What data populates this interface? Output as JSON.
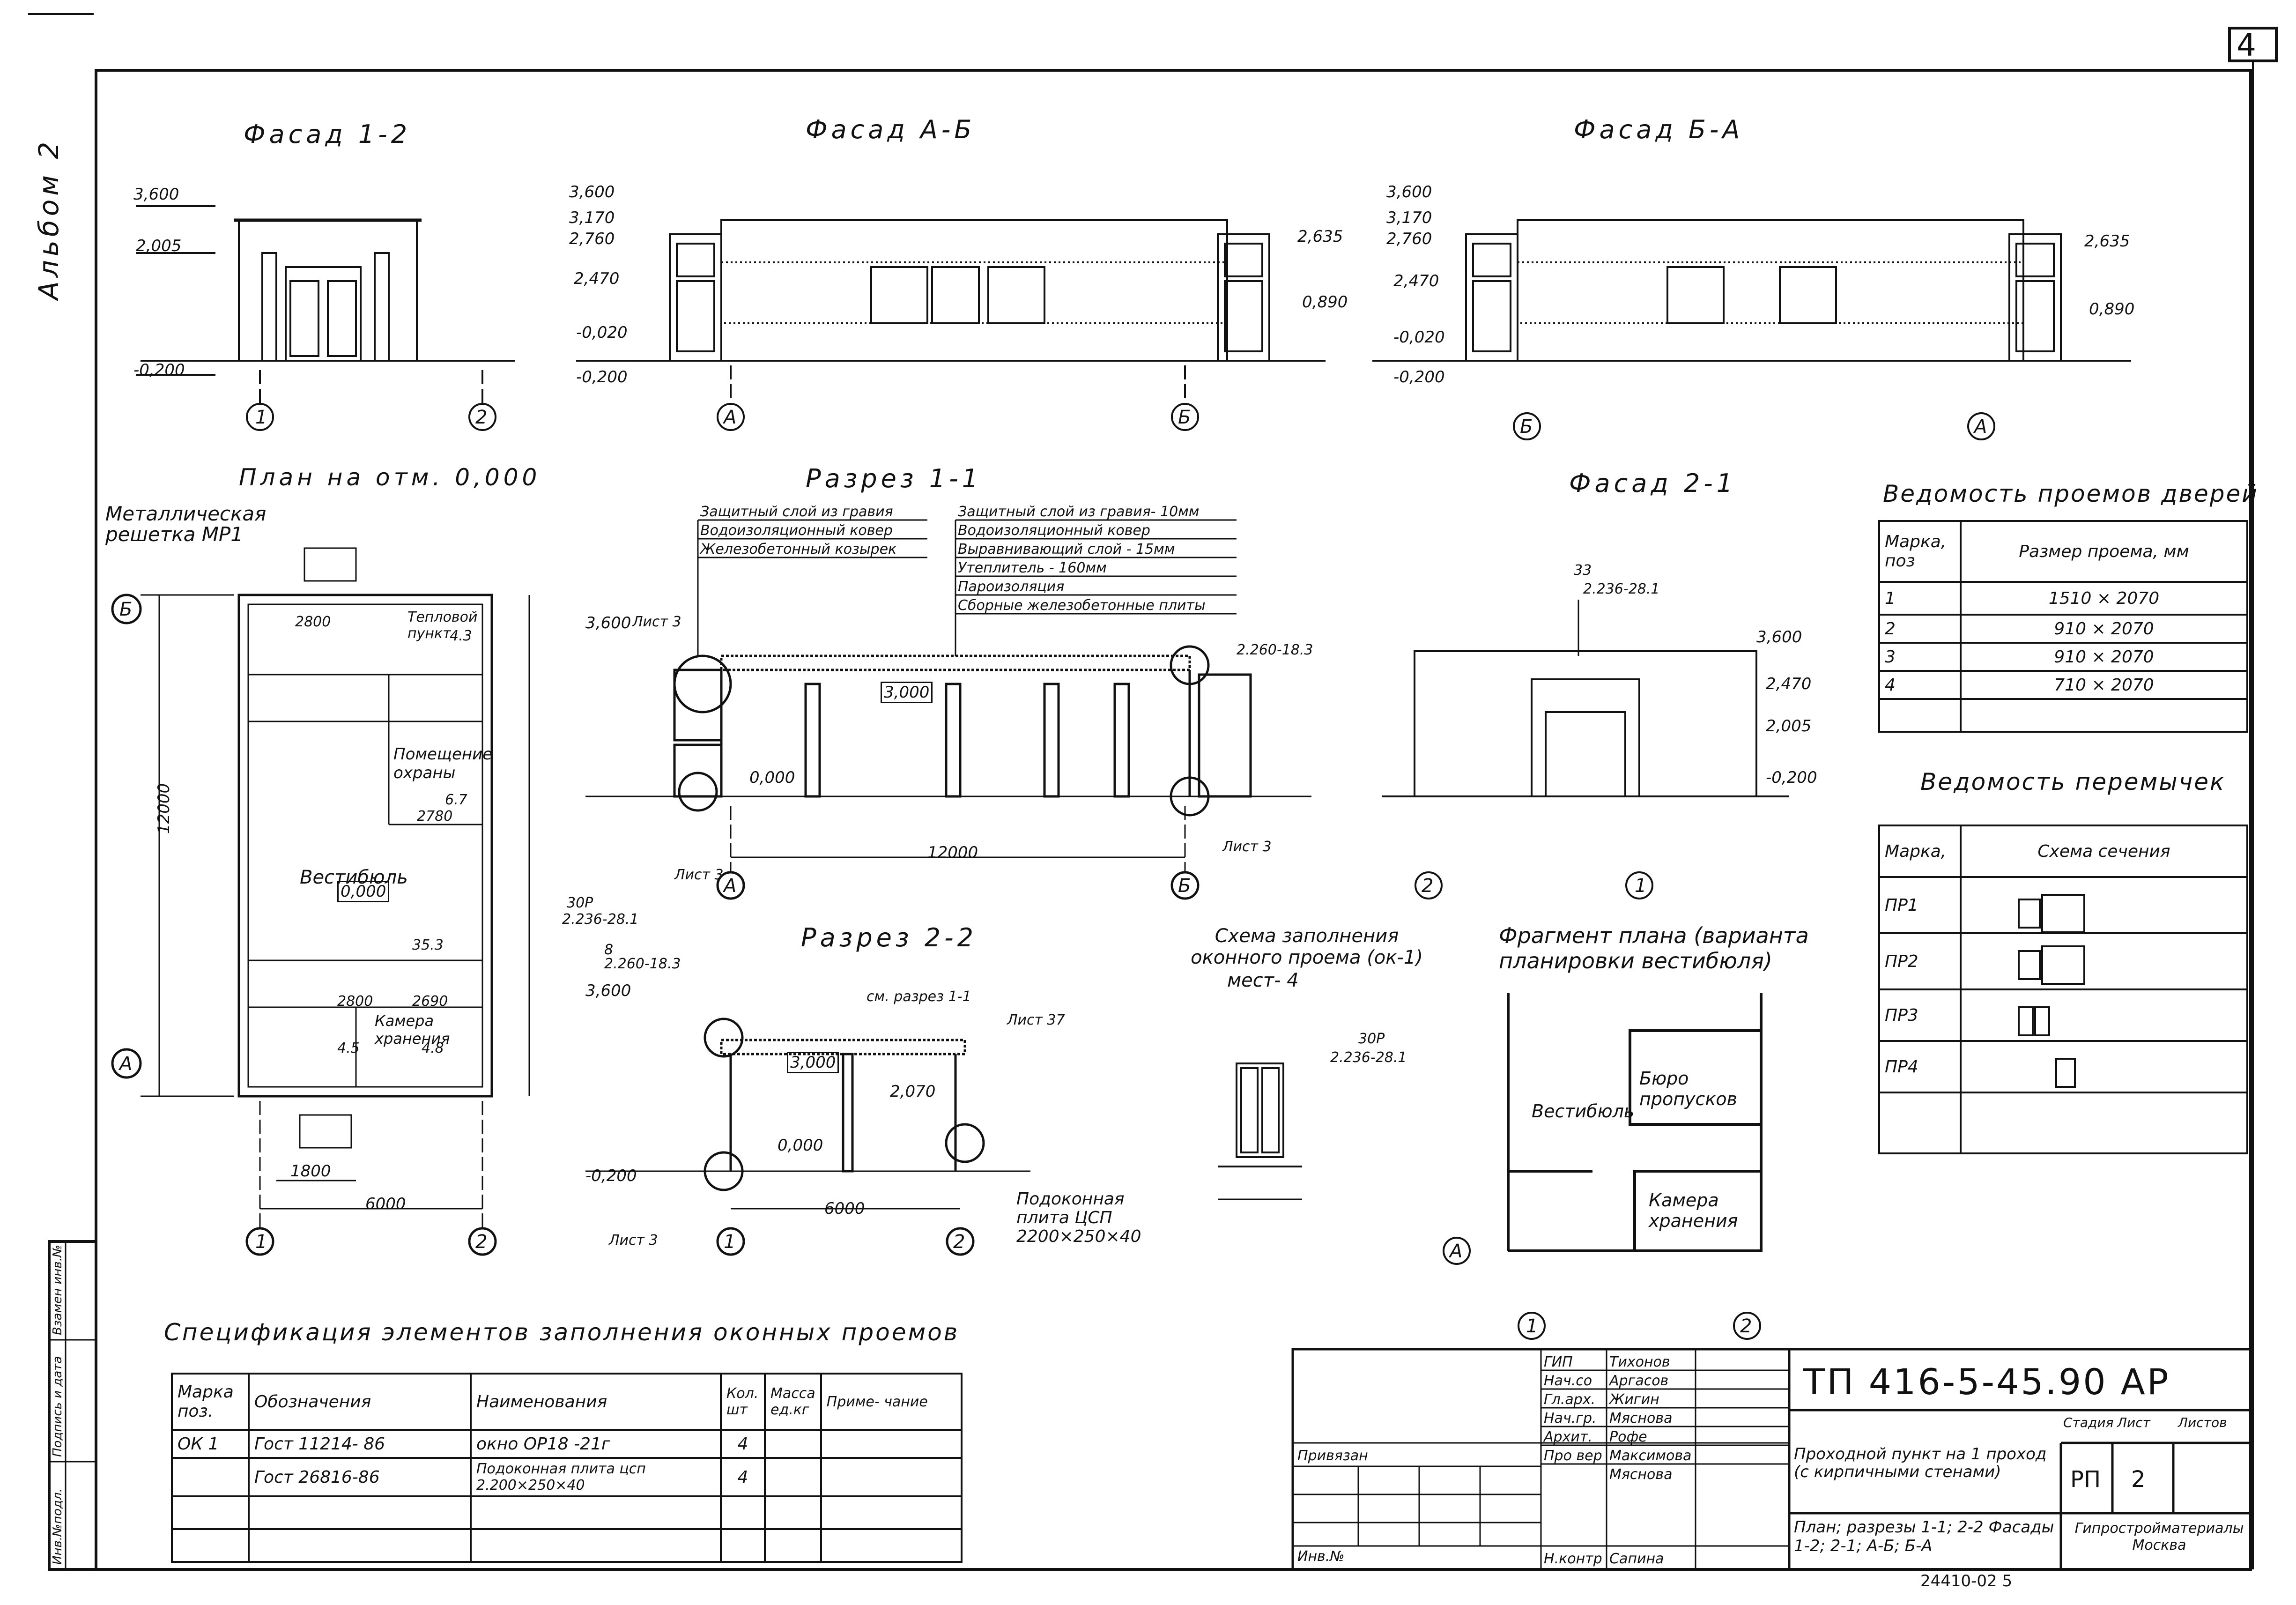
{
  "sheet": {
    "number": "4",
    "album": "Альбом 2",
    "code": "ТП 416-5-45.90 АР",
    "footer_num": "24410-02   5"
  },
  "titles": {
    "facade_12": "Фасад 1-2",
    "facade_ab": "Фасад А-Б",
    "facade_ba": "Фасад Б-А",
    "plan": "План на отм. 0,000",
    "section_11": "Разрез 1-1",
    "facade_21": "Фасад 2-1",
    "section_22": "Разрез 2-2",
    "window_scheme": "Схема заполнения оконного проема (ок-1)",
    "window_places": "мест- 4",
    "plan_fragment": "Фрагмент плана (варианта планировки вестибюля)",
    "spec": "Спецификация элементов заполнения оконных проемов"
  },
  "labels": {
    "grid_1": "1",
    "grid_2": "2",
    "grid_a": "А",
    "grid_b": "Б",
    "lvl_3600": "3,600",
    "lvl_2005": "2,005",
    "lvl_m0200": "-0,200",
    "lvl_3170": "3,170",
    "lvl_2760": "2,760",
    "lvl_2470": "2,470",
    "lvl_m0020": "-0,020",
    "lvl_2635": "2,635",
    "lvl_0890": "0,890",
    "lvl_0000": "0,000",
    "lvl_3000": "3,000",
    "lvl_2070": "2,070",
    "metal_grid": "Металлическая решетка МР1",
    "vestibule": "Вестибюль",
    "guard_room": "Помещение охраны",
    "storage": "Камера хранения",
    "heat_point": "Тепловой пункт",
    "bureau": "Бюро пропусков",
    "sill_plate": "Подоконная плита ЦСП 2200×250×40",
    "see_section": "см. разрез 1-1",
    "list3": "Лист 3",
    "list37": "Лист 37",
    "dim_12000": "12000",
    "dim_6000": "6000",
    "dim_1800": "1800",
    "dim_2780": "2780",
    "dim_2690": "2690",
    "dim_2800": "2800",
    "area_43": "4.3",
    "area_67": "6.7",
    "area_353": "35.3",
    "area_48": "4.8",
    "area_45": "4.5",
    "roof1": "Защитный слой из гравия",
    "roof2": "Водоизоляционный ковер",
    "roof3": "Железобетонный козырек",
    "roof4": "Защитный слой из гравия- 10мм",
    "roof5": "Водоизоляционный ковер",
    "roof6": "Выравнивающий слой - 15мм",
    "roof7": "Утеплитель - 160мм",
    "roof8": "Пароизоляция",
    "roof9": "Сборные железобетонные плиты",
    "ok1": "ОК-1",
    "ref_33": "33",
    "ref_2236": "2.236-28.1",
    "ref_30p": "30Р",
    "ref_8": "8",
    "ref_2260": "2.260-18.3"
  },
  "doors_table": {
    "title": "Ведомость проемов дверей",
    "headers": [
      "Марка, поз",
      "Размер проема, мм"
    ],
    "rows": [
      [
        "1",
        "1510 × 2070"
      ],
      [
        "2",
        "910 × 2070"
      ],
      [
        "3",
        "910 × 2070"
      ],
      [
        "4",
        "710 × 2070"
      ]
    ]
  },
  "lintels_table": {
    "title": "Ведомость перемычек",
    "headers": [
      "Марка,",
      "Схема сечения"
    ],
    "rows": [
      "ПР1",
      "ПР2",
      "ПР3",
      "ПР4"
    ]
  },
  "spec_table": {
    "headers": [
      "Марка поз.",
      "Обозначения",
      "Наименования",
      "Кол. шт",
      "Масса ед.кг",
      "Приме- чание"
    ],
    "rows": [
      [
        "ОК 1",
        "Гост 11214- 86",
        "окно   ОР18 -21г",
        "4",
        "",
        ""
      ],
      [
        "",
        "Гост 26816-86",
        "Подоконная плита цсп  2.200×250×40",
        "4",
        "",
        ""
      ],
      [
        "",
        "",
        "",
        "",
        "",
        ""
      ],
      [
        "",
        "",
        "",
        "",
        "",
        ""
      ]
    ]
  },
  "stamp": {
    "bound": "Привязан",
    "inv": "Инв.№",
    "roles": [
      "ГИП",
      "Нач.со",
      "Гл.арх.",
      "Нач.гр.",
      "Архит.",
      "Про вер",
      "",
      "Н.контр"
    ],
    "names": [
      "Тихонов",
      "Аргасов",
      "Жигин",
      "Мяснова",
      "Рофе",
      "Максимова",
      "Мяснова",
      "Сапина"
    ],
    "project": "Проходной пункт на 1 проход (с кирпичными стенами)",
    "stage_h": "Стадия",
    "sheet_h": "Лист",
    "sheets_h": "Листов",
    "stage": "РП",
    "sheet": "2",
    "content": "План; разрезы 1-1; 2-2 Фасады 1-2; 2-1; А-Б; Б-А",
    "org": "Гипростройматериалы Москва"
  },
  "side_stamp": [
    "Инв.№подл.",
    "Подпись и дата",
    "Взамен инв.№"
  ]
}
